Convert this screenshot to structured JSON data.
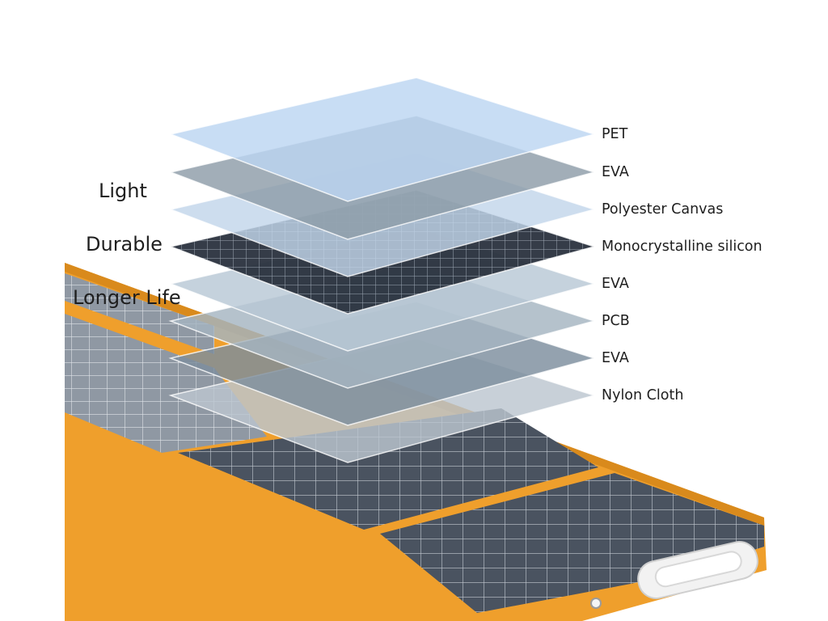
{
  "features": [
    "Light",
    "Durable",
    "Longer Life"
  ],
  "layers": [
    {
      "label": "PET",
      "fill": "#bcd5f1",
      "type": "film"
    },
    {
      "label": "EVA",
      "fill": "#8e9ca8",
      "type": "film"
    },
    {
      "label": "Polyester Canvas",
      "fill": "#c2d6ea",
      "type": "film"
    },
    {
      "label": "Monocrystalline silicon",
      "fill": "#29313d",
      "type": "cells"
    },
    {
      "label": "EVA",
      "fill": "#b8c8d6",
      "type": "film"
    },
    {
      "label": "PCB",
      "fill": "#a5b4c1",
      "type": "film"
    },
    {
      "label": "EVA",
      "fill": "#7d8e9d",
      "type": "film"
    },
    {
      "label": "Nylon Cloth",
      "fill": "#bcc6cf",
      "type": "film"
    }
  ],
  "colors": {
    "frame": "#ef9f2c",
    "frame_edge": "#d98a1c",
    "cell": "#47505c",
    "cell_line": "#b7bec7",
    "leader_line": "#ffffff"
  },
  "icons": [
    "carry-handle-icon",
    "grommet-icon"
  ]
}
